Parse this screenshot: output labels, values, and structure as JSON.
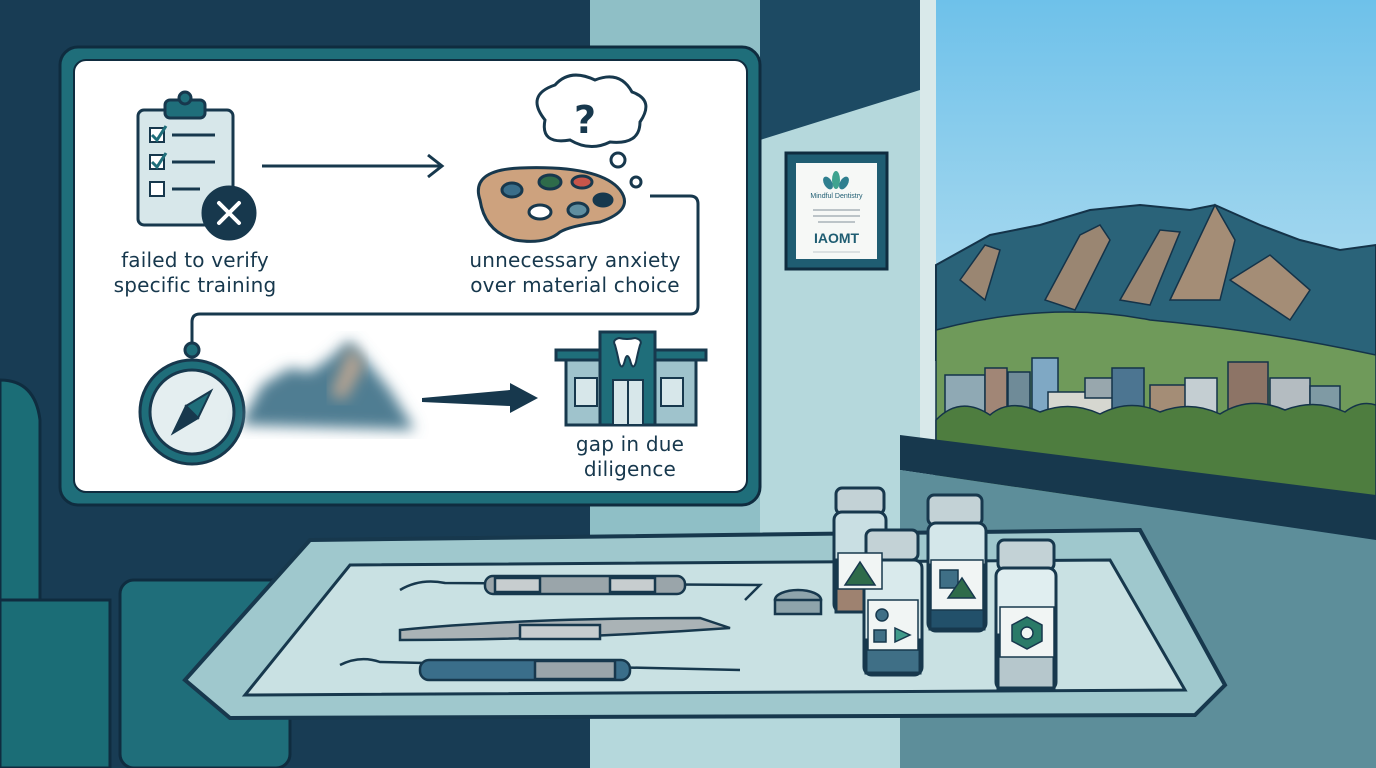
{
  "panel": {
    "step1": {
      "line1": "failed to verify",
      "line2": "specific training"
    },
    "step2": {
      "line1": "unnecessary anxiety",
      "line2": "over material choice"
    },
    "step3": {
      "line1": "gap in due",
      "line2": "diligence"
    }
  },
  "certificate": {
    "title": "Mindful Dentistry",
    "org": "IAOMT"
  },
  "icons": {
    "step1": "clipboard-checklist-x-icon",
    "step2": "paint-palette-thought-icon",
    "compass": "compass-icon",
    "step3": "dental-clinic-building-icon"
  },
  "colors": {
    "navy": "#183c54",
    "teal": "#1f6e7a",
    "light_teal": "#a9cfd3",
    "sky": "#7cc3e8"
  }
}
